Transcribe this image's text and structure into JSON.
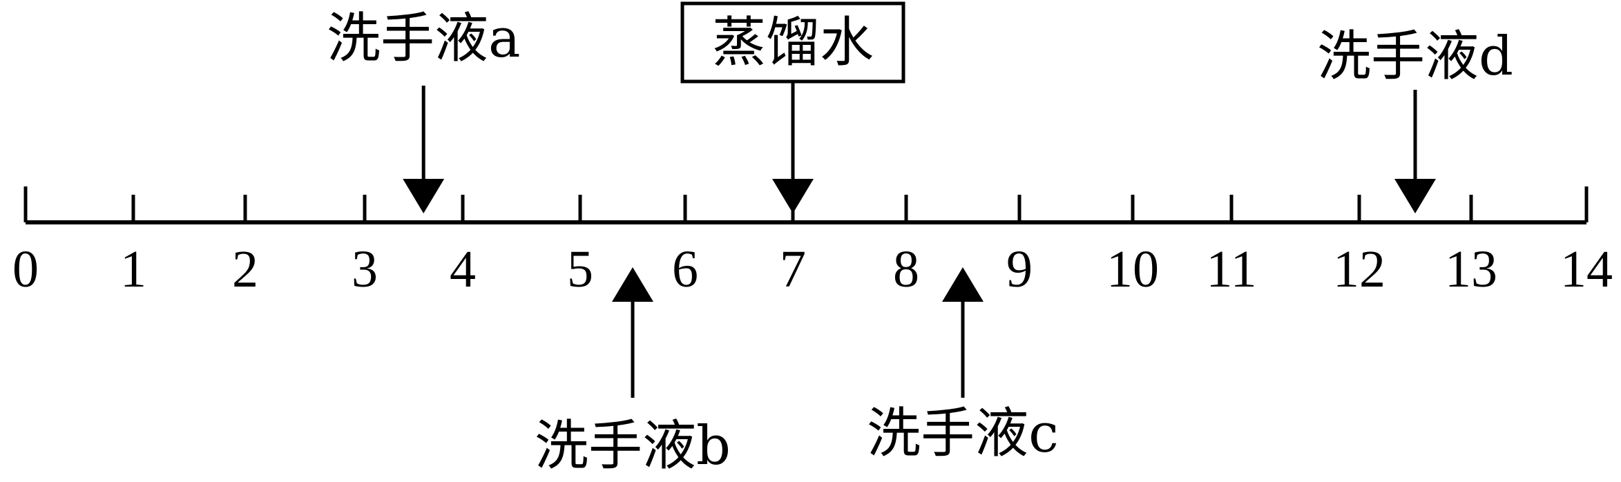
{
  "scale": {
    "ticks": [
      "0",
      "1",
      "2",
      "3",
      "4",
      "5",
      "6",
      "7",
      "8",
      "9",
      "10",
      "11",
      "12",
      "13",
      "14"
    ]
  },
  "markers": [
    {
      "id": "a",
      "label": "洗手液a",
      "value": 3.6,
      "side": "above",
      "boxed": false
    },
    {
      "id": "water",
      "label": "蒸馏水",
      "value": 7,
      "side": "above",
      "boxed": true
    },
    {
      "id": "d",
      "label": "洗手液d",
      "value": 12.5,
      "side": "above",
      "boxed": false
    },
    {
      "id": "b",
      "label": "洗手液b",
      "value": 5.5,
      "side": "below",
      "boxed": false
    },
    {
      "id": "c",
      "label": "洗手液c",
      "value": 8.5,
      "side": "below",
      "boxed": false
    }
  ],
  "colors": {
    "ink": "#000000"
  }
}
